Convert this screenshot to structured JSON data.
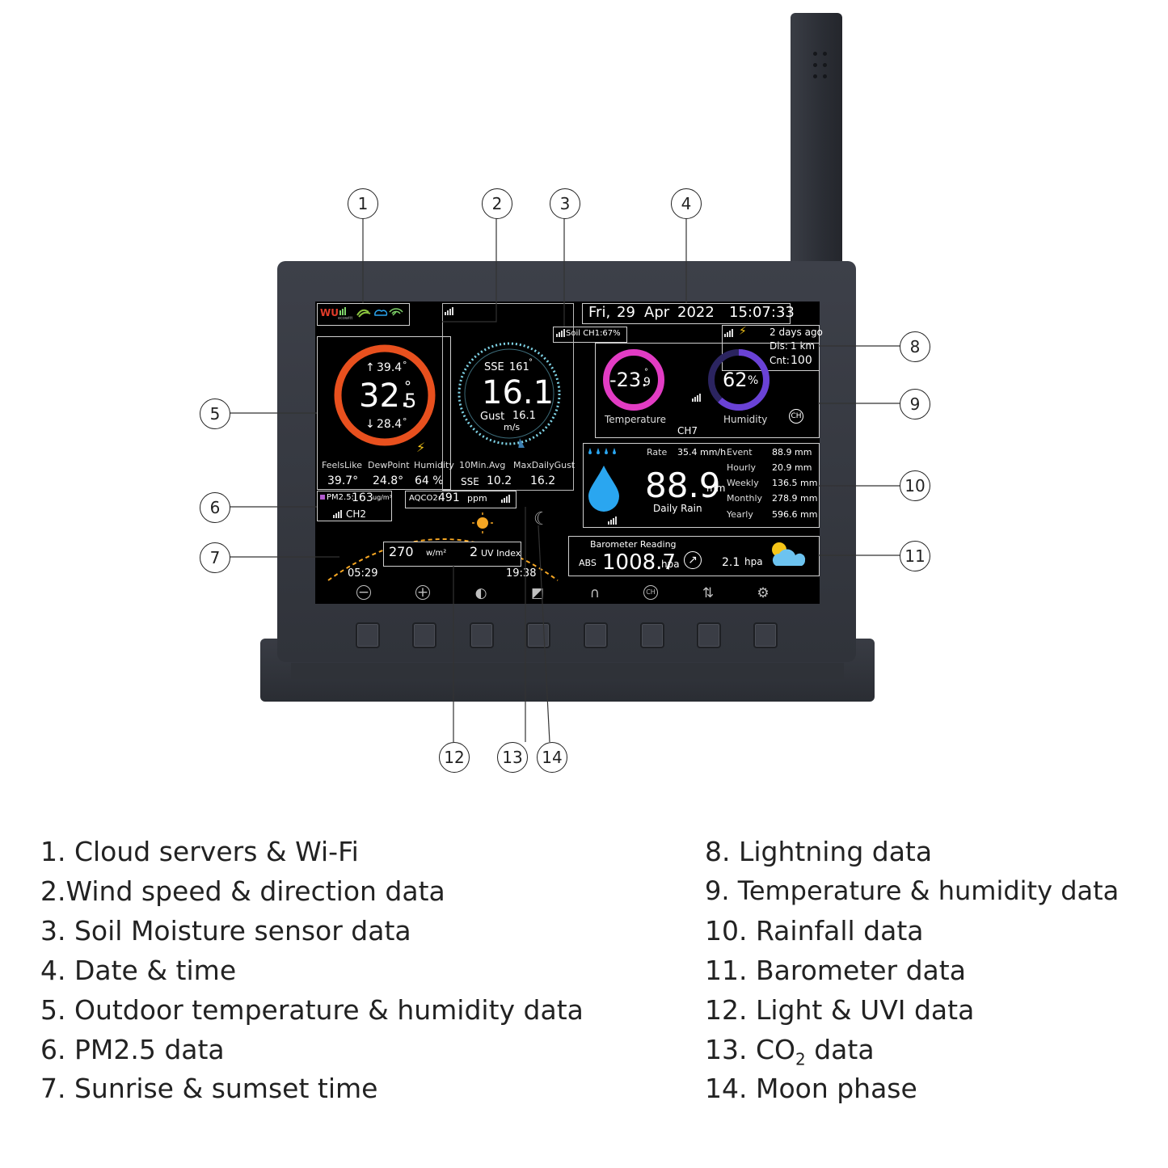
{
  "callouts": [
    "1",
    "2",
    "3",
    "4",
    "5",
    "6",
    "7",
    "8",
    "9",
    "10",
    "11",
    "12",
    "13",
    "14"
  ],
  "legend_left": [
    "1. Cloud servers & Wi-Fi",
    "2.Wind speed & direction data",
    "3. Soil Moisture sensor data",
    "4. Date & time",
    "5. Outdoor temperature & humidity data",
    "6. PM2.5 data",
    "7. Sunrise & sumset time"
  ],
  "legend_right": [
    "8. Lightning data",
    "9. Temperature & humidity data",
    "10. Rainfall data",
    "11. Barometer data",
    "12. Light & UVI data",
    "13. CO",
    "14. Moon phase"
  ],
  "legend_right_13": {
    "subscript": "2",
    "suffix": " data"
  },
  "screen": {
    "status": {
      "wu_logo": "WU",
      "ecowitt": "ecowitt"
    },
    "datetime": {
      "day": "Fri,",
      "date": "29",
      "month": "Apr",
      "year": "2022",
      "time": "15:07:33"
    },
    "soil": "Soil CH1:67%",
    "outdoor": {
      "high": "39.4",
      "high_unit": "°",
      "temp_main": "32.",
      "temp_decimal": "5",
      "temp_unit": "°",
      "low": "28.4",
      "low_unit": "°",
      "labels": [
        "FeelsLike",
        "DewPoint",
        "Humidity"
      ],
      "values": [
        "39.7°",
        "24.8°",
        "64 %"
      ]
    },
    "wind": {
      "direction": "SSE",
      "degrees": "161",
      "degrees_unit": "°",
      "speed": "16.1",
      "gust_label": "Gust",
      "gust": "16.1",
      "unit": "m/s",
      "avg_label": "10Min.Avg",
      "max_label": "MaxDailyGust",
      "avg_dir": "SSE",
      "avg": "10.2",
      "max": "16.2"
    },
    "lightning": {
      "ago": "2 days ago",
      "dis_label": "Dis:",
      "dis": "1 km",
      "cnt_label": "Cnt:",
      "cnt": "100"
    },
    "channel": {
      "temp": "-23.",
      "temp_decimal": "9",
      "temp_unit": "°",
      "temp_label": "Temperature",
      "humidity": "62",
      "humidity_unit": "%",
      "humidity_label": "Humidity",
      "channel": "CH7",
      "ch_icon": "CH"
    },
    "rain": {
      "rate_label": "Rate",
      "rate": "35.4 mm/h",
      "main": "88.9",
      "main_unit": "mm",
      "daily_label": "Daily Rain",
      "rows": [
        {
          "label": "Event",
          "value": "88.9  mm"
        },
        {
          "label": "Hourly",
          "value": "20.9  mm"
        },
        {
          "label": "Weekly",
          "value": "136.5 mm"
        },
        {
          "label": "Monthly",
          "value": "278.9 mm"
        },
        {
          "label": "Yearly",
          "value": "596.6 mm"
        }
      ]
    },
    "pm25": {
      "label": "PM2.5:",
      "value": "163",
      "unit": "ug/m³",
      "channel": "CH2"
    },
    "co2": {
      "label": "AQCO2:",
      "value": "491",
      "unit": "ppm"
    },
    "solar": {
      "value": "270",
      "unit": "w/m²",
      "uv": "2",
      "uv_label": "UV Index",
      "sunrise": "05:29",
      "sunset": "19:38"
    },
    "barometer": {
      "title": "Barometer Reading",
      "abs_label": "ABS",
      "value": "1008.7",
      "unit": "hpa",
      "trend": "2.1",
      "trend_unit": "hpa"
    },
    "toolbar": [
      "minus-circle-icon",
      "plus-circle-icon",
      "contrast-icon",
      "brightness-icon",
      "headset-icon",
      "ch-icon",
      "swap-icon",
      "settings-icon"
    ]
  },
  "colors": {
    "outdoor_ring": "#e8501e",
    "wind_ring": "#7fd3e6",
    "temp_ring": "#e23cc4",
    "humidity_ring": "#6a42d6",
    "rain_blue": "#2aa6f0",
    "sun": "#f5a623"
  }
}
